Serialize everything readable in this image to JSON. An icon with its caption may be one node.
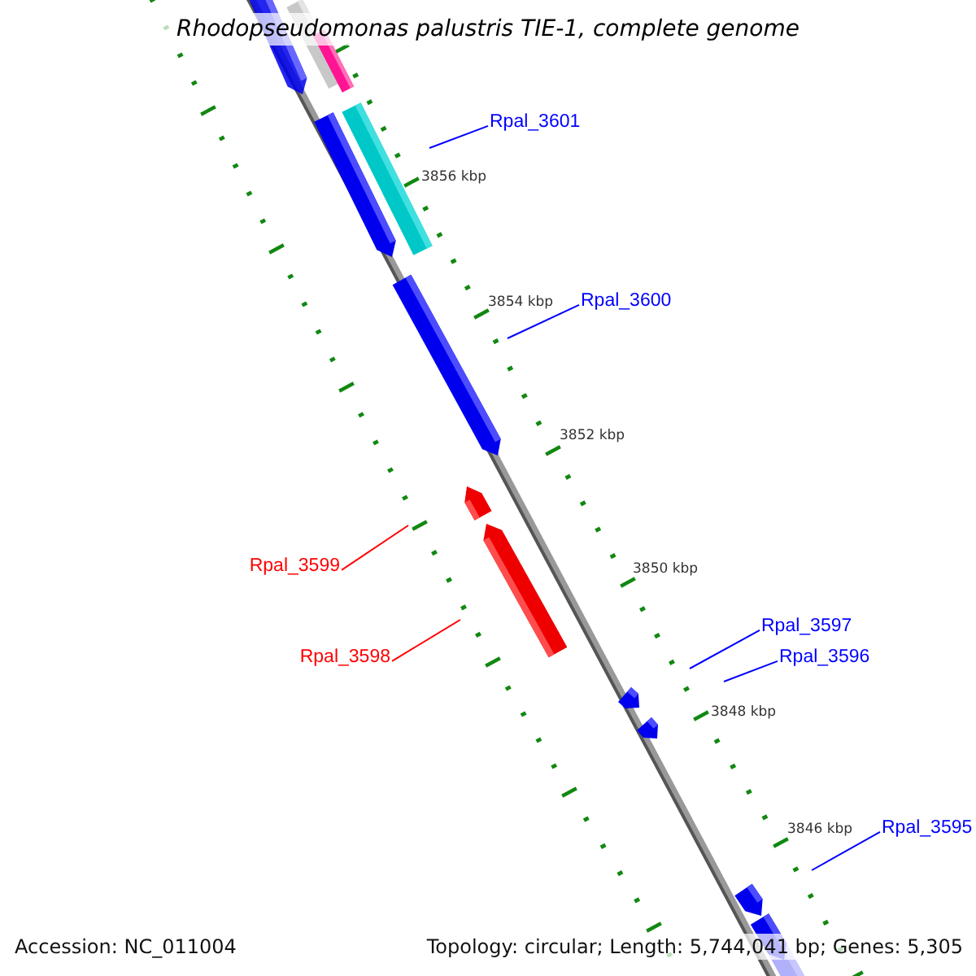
{
  "diagram": {
    "title": "Rhodopseudomonas palustris TIE-1, complete genome",
    "nodes": [
      {
        "text": [
          "Rpal_3601"
        ]
      },
      {
        "text": [
          "Rpal_3600"
        ]
      },
      {
        "text": [
          "Rpal_3599"
        ]
      },
      {
        "text": [
          "Rpal_3598"
        ]
      },
      {
        "text": [
          "Rpal_3597"
        ]
      },
      {
        "text": [
          "Rpal_3596"
        ]
      },
      {
        "text": [
          "Rpal_3595"
        ]
      }
    ],
    "edges": [
      {
        "from": 0,
        "to": null,
        "arrow": "none"
      },
      {
        "from": 1,
        "to": null,
        "arrow": "none"
      },
      {
        "from": 2,
        "to": null,
        "arrow": "none",
        "color": "#ff0000"
      },
      {
        "from": 3,
        "to": null,
        "arrow": "none",
        "color": "#ff0000"
      },
      {
        "from": 4,
        "to": null,
        "arrow": "none"
      },
      {
        "from": 5,
        "to": null,
        "arrow": "none"
      },
      {
        "from": 6,
        "to": null,
        "arrow": "none"
      }
    ],
    "labels": [
      "3856 kbp",
      "3854 kbp",
      "3852 kbp",
      "3850 kbp",
      "3848 kbp",
      "3846 kbp",
      "Accession: NC_011004",
      "Topology: circular; Length: 5,744,041 bp; Genes: 5,305"
    ]
  }
}
